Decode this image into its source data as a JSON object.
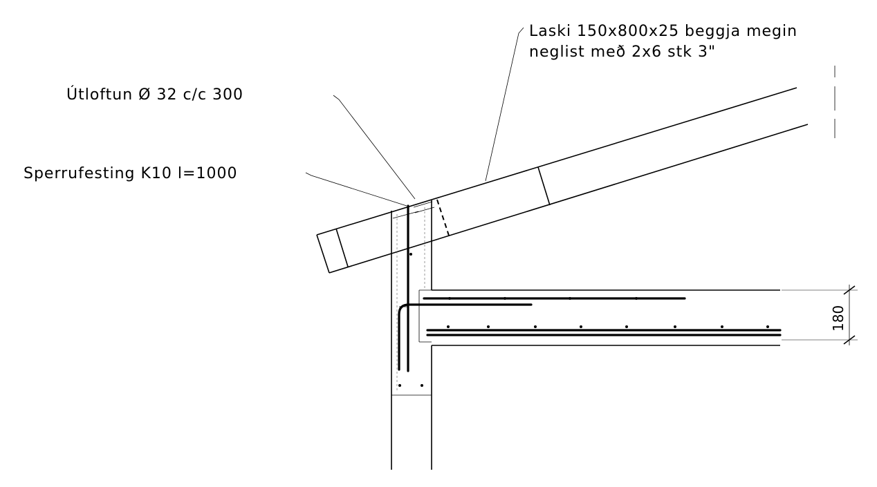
{
  "annotations": {
    "laski_line1": "Laski 150x800x25 beggja megin",
    "laski_line2": "neglist með 2x6 stk 3\"",
    "utloftun": "Útloftun Ø 32 c/c 300",
    "sperrufesting": "Sperrufesting K10 l=1000"
  },
  "dimensions": {
    "slab_thickness": "180"
  }
}
